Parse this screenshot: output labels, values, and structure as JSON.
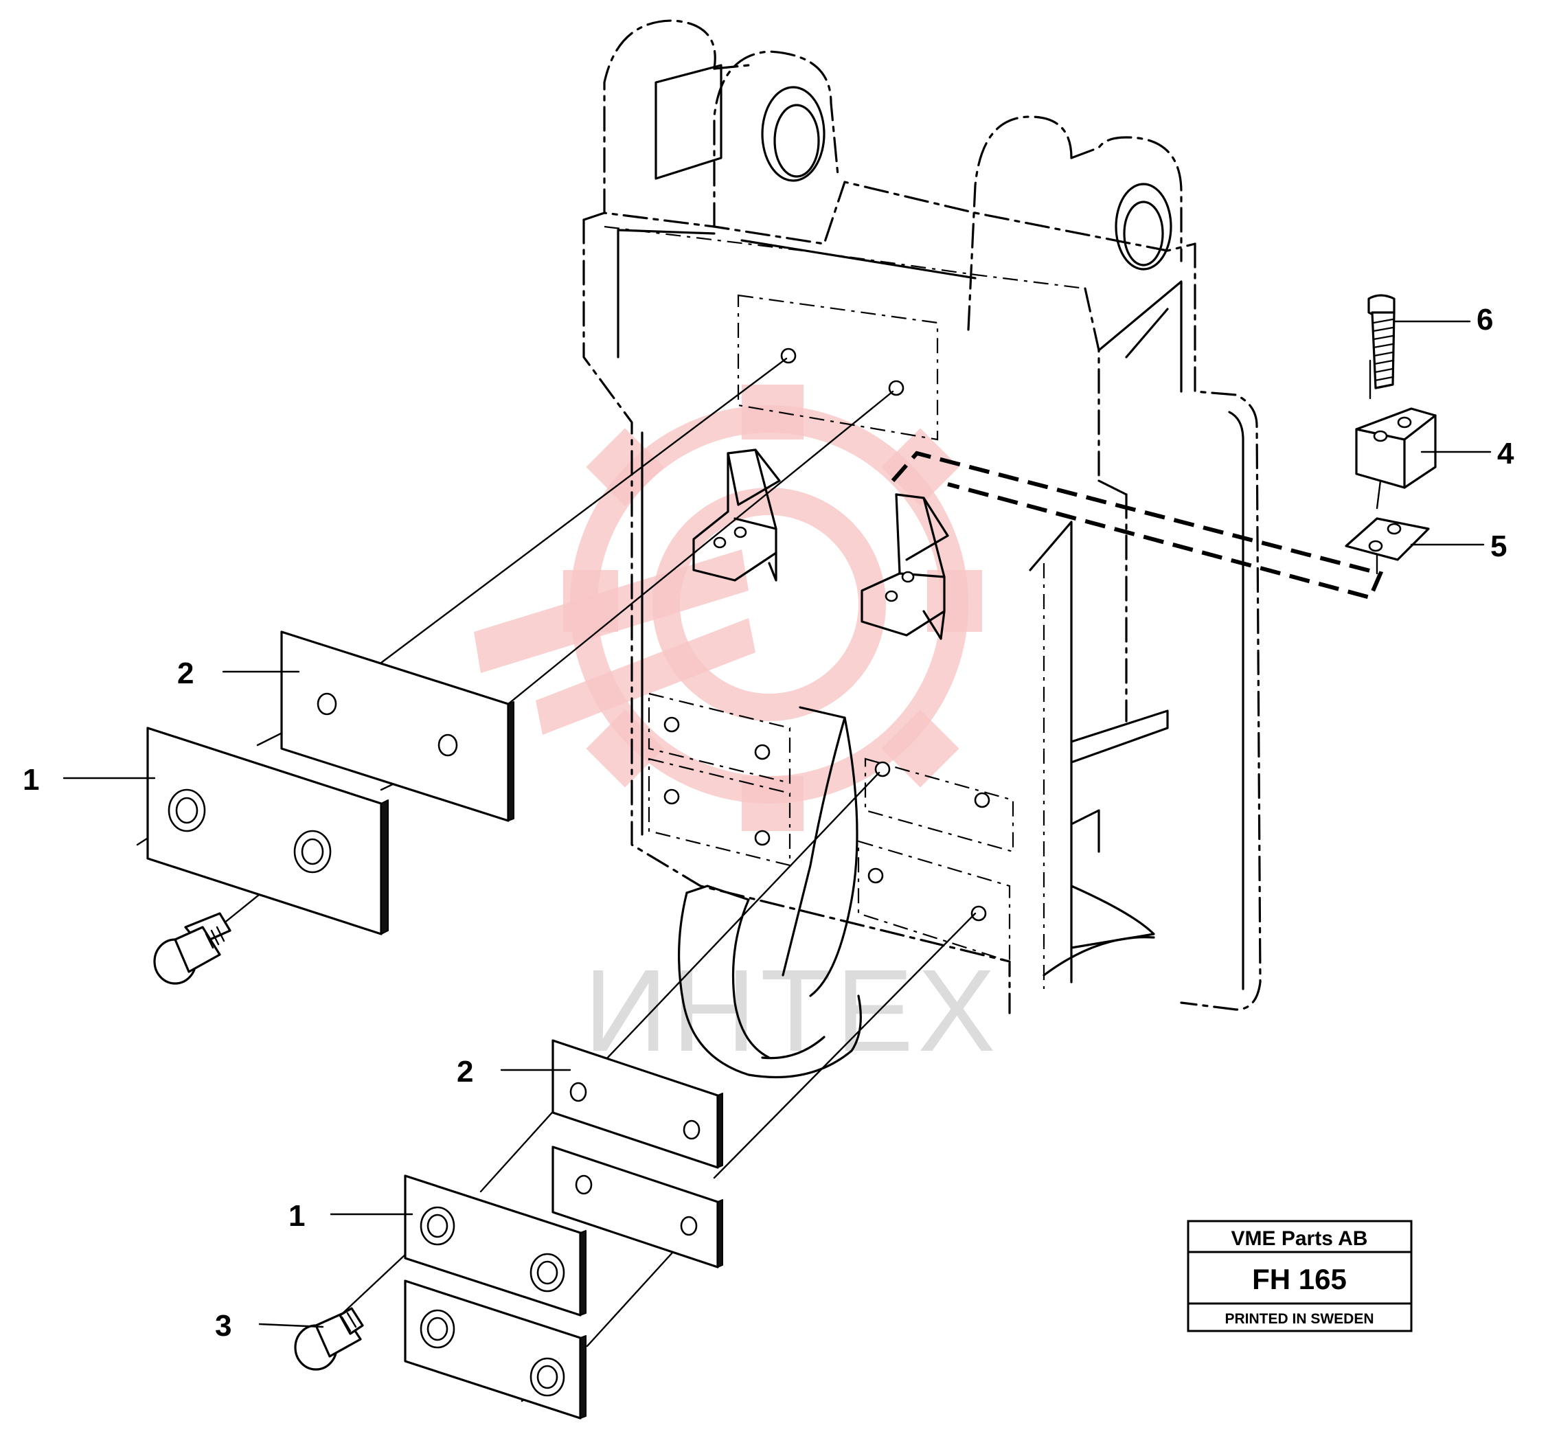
{
  "callouts": {
    "c1_top": "1",
    "c2_top": "2",
    "c2_bottom": "2",
    "c1_bottom": "1",
    "c3": "3",
    "c4": "4",
    "c5": "5",
    "c6": "6"
  },
  "watermark": {
    "text": "ИНТЕХ",
    "logo": "gear-watermark-logo"
  },
  "title_block": {
    "company": "VME Parts AB",
    "drawing_number": "FH 165",
    "printed": "PRINTED IN SWEDEN"
  },
  "colors": {
    "line": "#000000",
    "watermark_logo": "#f7c6c6",
    "watermark_text": "#dcdcdc"
  }
}
